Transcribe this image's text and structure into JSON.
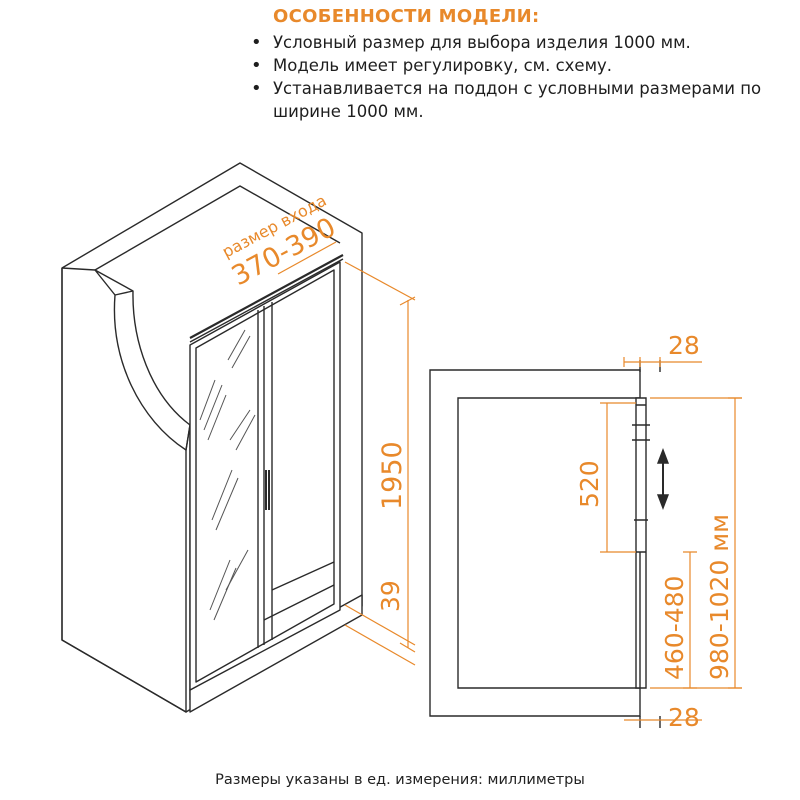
{
  "features": {
    "title": "ОСОБЕННОСТИ МОДЕЛИ:",
    "items": [
      "Условный размер для выбора изделия 1000 мм.",
      "Модель имеет регулировку, см. схему.",
      "Устанавливается на поддон с условными размерами по ширине 1000 мм."
    ]
  },
  "left_drawing": {
    "entry_caption": "размер входа",
    "entry_size": "370-390",
    "height": "1950",
    "base_height": "39"
  },
  "right_drawing": {
    "top_profile": "28",
    "bottom_profile": "28",
    "adjust_range": "520",
    "door_width": "460-480",
    "total_width": "980-1020 мм"
  },
  "footer": "Размеры указаны в ед. измерения: миллиметры",
  "colors": {
    "accent": "#E8892B",
    "line": "#2a2a2a"
  }
}
